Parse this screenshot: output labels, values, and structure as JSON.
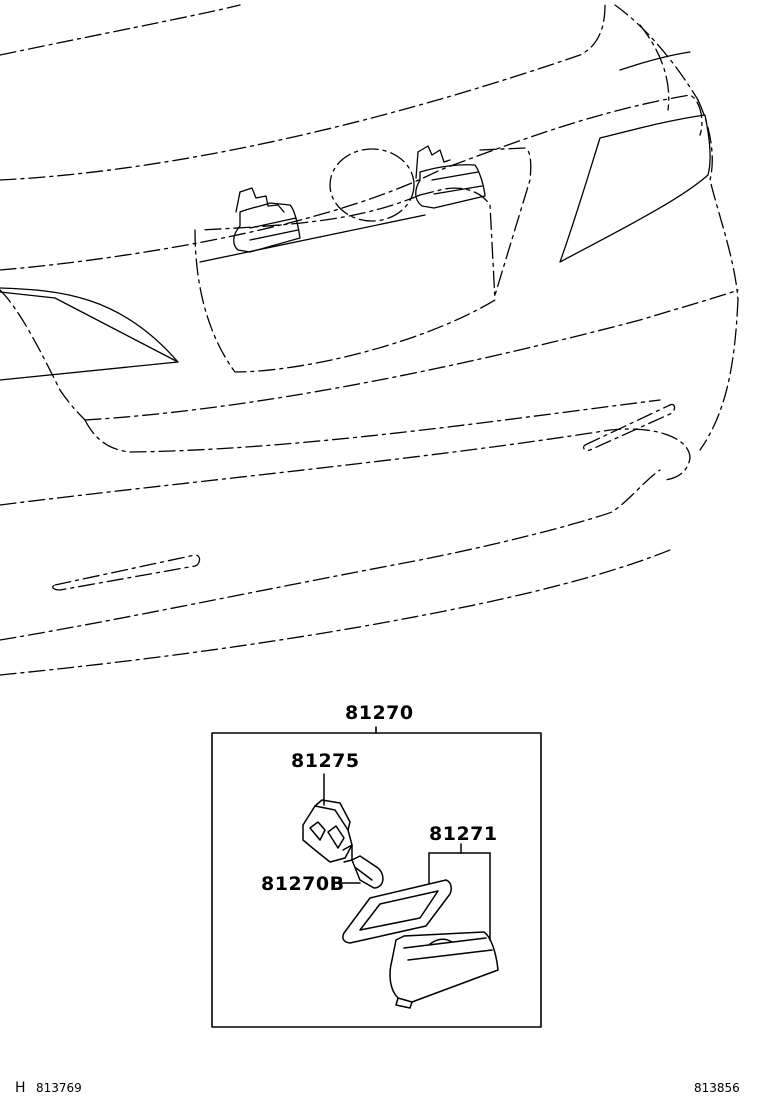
{
  "diagram": {
    "parts": {
      "assembly": "81270",
      "socket": "81275",
      "bulb": "81270B",
      "lens_and_housing": "81271"
    },
    "footer": {
      "left_prefix": "H",
      "left_code": "813769",
      "right_code": "813856"
    }
  }
}
